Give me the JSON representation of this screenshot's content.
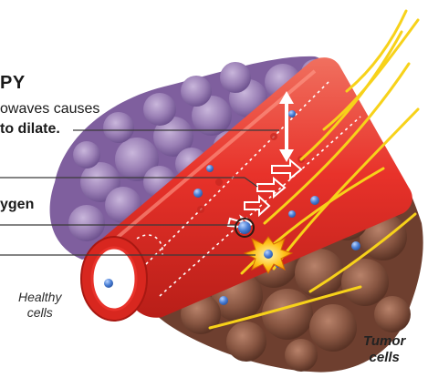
{
  "labels": {
    "heading": "PY",
    "line1": "owaves causes",
    "line2": "to dilate.",
    "oxygen": "ygen",
    "healthy_line1": "Healthy",
    "healthy_line2": "cells",
    "tumor_line1": "Tumor",
    "tumor_line2": "cells"
  },
  "colors": {
    "vessel": "#e8322a",
    "tumor": "#7a4a3a",
    "healthy": "#8a6aa6",
    "rays": "#f7d21a",
    "oxygen": "#4a7fd6"
  }
}
